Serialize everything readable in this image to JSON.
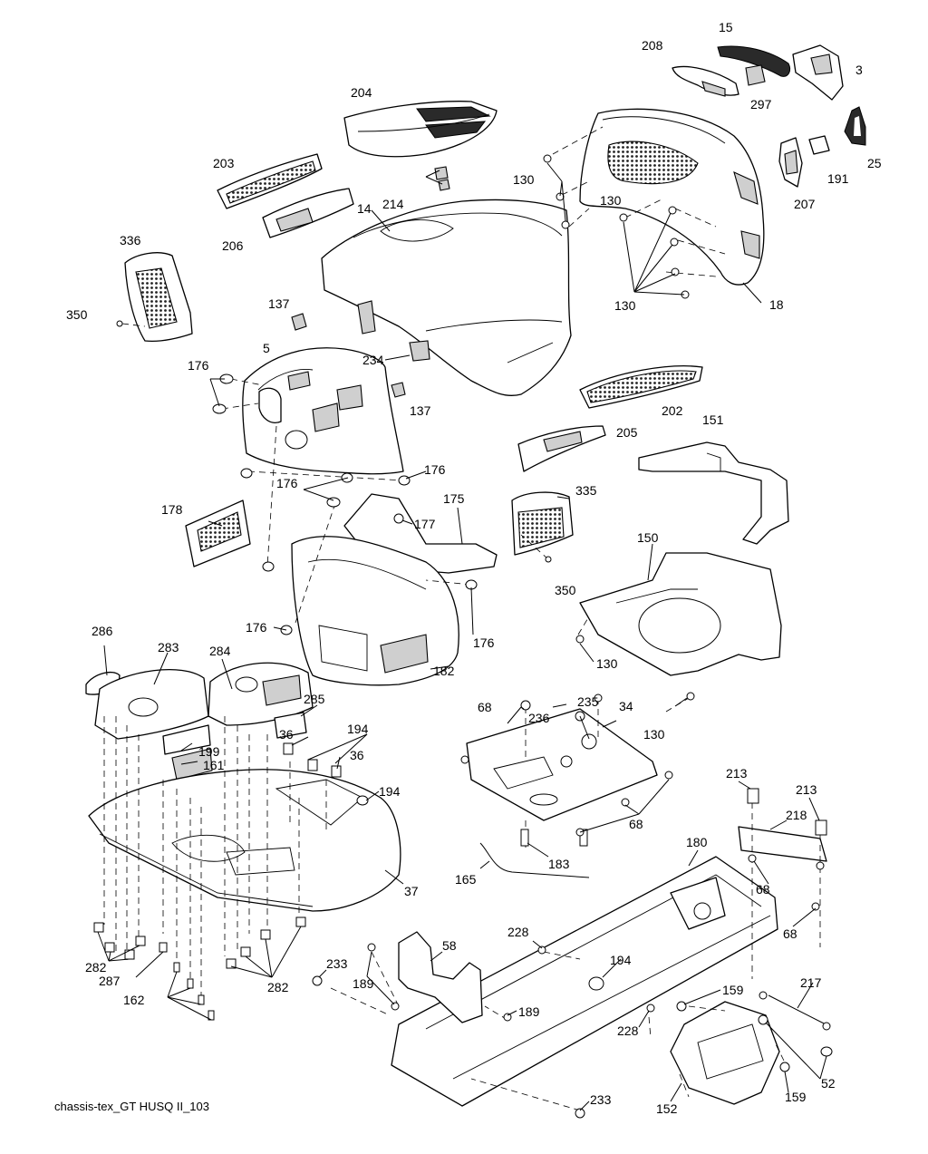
{
  "caption": "chassis-tex_GT HUSQ II_103",
  "callouts": [
    "15",
    "208",
    "3",
    "297",
    "204",
    "25",
    "130",
    "191",
    "207",
    "203",
    "214",
    "14",
    "130",
    "206",
    "336",
    "130",
    "18",
    "350",
    "137",
    "5",
    "234",
    "176",
    "137",
    "202",
    "205",
    "151",
    "176",
    "176",
    "178",
    "175",
    "177",
    "335",
    "150",
    "350",
    "176",
    "176",
    "130",
    "286",
    "283",
    "284",
    "182",
    "285",
    "235",
    "68",
    "34",
    "236",
    "36",
    "194",
    "130",
    "199",
    "36",
    "161",
    "194",
    "213",
    "213",
    "218",
    "68",
    "183",
    "37",
    "165",
    "180",
    "68",
    "68",
    "228",
    "58",
    "282",
    "233",
    "194",
    "287",
    "189",
    "282",
    "162",
    "189",
    "159",
    "217",
    "228",
    "52",
    "233",
    "152",
    "159"
  ]
}
